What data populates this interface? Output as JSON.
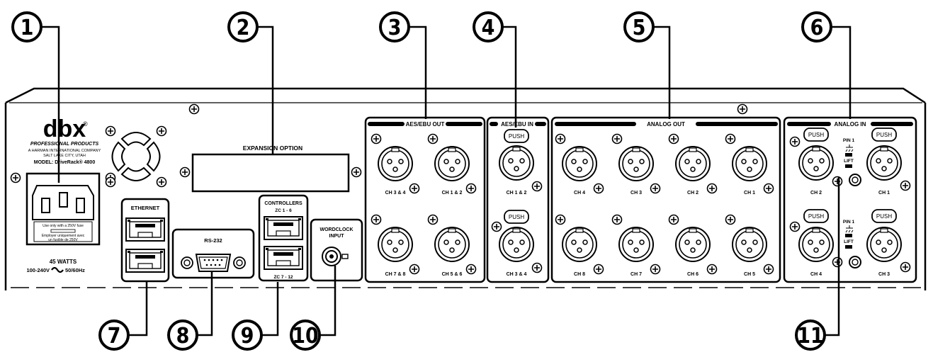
{
  "brand": {
    "logo": "dbx",
    "registered": "®",
    "line1": "PROFESSIONAL PRODUCTS",
    "line2": "A HARMAN INTERNATIONAL COMPANY",
    "line3": "SALT LAKE CITY, UTAH",
    "model": "MODEL: DriveRack® 4800"
  },
  "power": {
    "fuse_line1": "Use only with a 250V fuse",
    "fuse_line2": "Employer uniquement avec",
    "fuse_line3": "un fusible de 250V",
    "watts": "45 WATTS",
    "voltage": "100-240V",
    "freq": "50/60Hz"
  },
  "expansion_label": "EXPANSION OPTION",
  "ethernet_label": "ETHERNET",
  "rs232_label": "RS-232",
  "controllers": {
    "title": "CONTROLLERS",
    "top": "ZC 1 - 6",
    "bottom": "ZC 7 - 12"
  },
  "wordclock": {
    "line1": "WORDCLOCK",
    "line2": "INPUT"
  },
  "aes_out": {
    "title": "AES/EBU OUT",
    "ch_tl": "CH 3 & 4",
    "ch_tr": "CH 1 & 2",
    "ch_bl": "CH 7 & 8",
    "ch_br": "CH 5 & 6"
  },
  "aes_in": {
    "title": "AES/EBU IN",
    "push": "PUSH",
    "ch_top": "CH 1 & 2",
    "ch_bottom": "CH 3 & 4"
  },
  "analog_out": {
    "title": "ANALOG OUT",
    "top": [
      "CH 4",
      "CH 3",
      "CH 2",
      "CH 1"
    ],
    "bottom": [
      "CH 8",
      "CH 7",
      "CH 6",
      "CH 5"
    ]
  },
  "analog_in": {
    "title": "ANALOG IN",
    "push": "PUSH",
    "pin1": "PIN 1",
    "lift": "LIFT",
    "top": [
      "CH 2",
      "CH 1"
    ],
    "bottom": [
      "CH 4",
      "CH 3"
    ]
  },
  "callouts": [
    "1",
    "2",
    "3",
    "4",
    "5",
    "6",
    "7",
    "8",
    "9",
    "10",
    "11"
  ]
}
